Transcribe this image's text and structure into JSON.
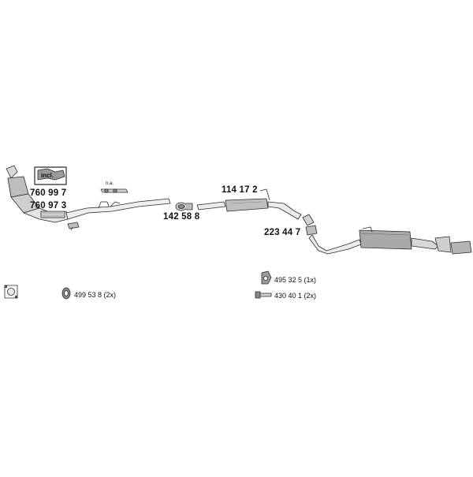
{
  "labels": {
    "incl_box": "incl.",
    "catalyst_1": "760 99 7",
    "catalyst_2": "760 97 3",
    "sensor_note": "n.a.",
    "clamp_main": "142 58 8",
    "middle_silencer": "114 17 2",
    "connector": "223 44 7",
    "bracket_rubber": "495 32 5 (1x)",
    "gasket_ring": "499 53 8 (2x)",
    "bolt": "430 40 1 (2x)"
  },
  "colors": {
    "line": "#2a2a2a",
    "fill_light": "#ececec",
    "fill_mid": "#bdbdbd",
    "fill_dark": "#8a8a8a"
  }
}
